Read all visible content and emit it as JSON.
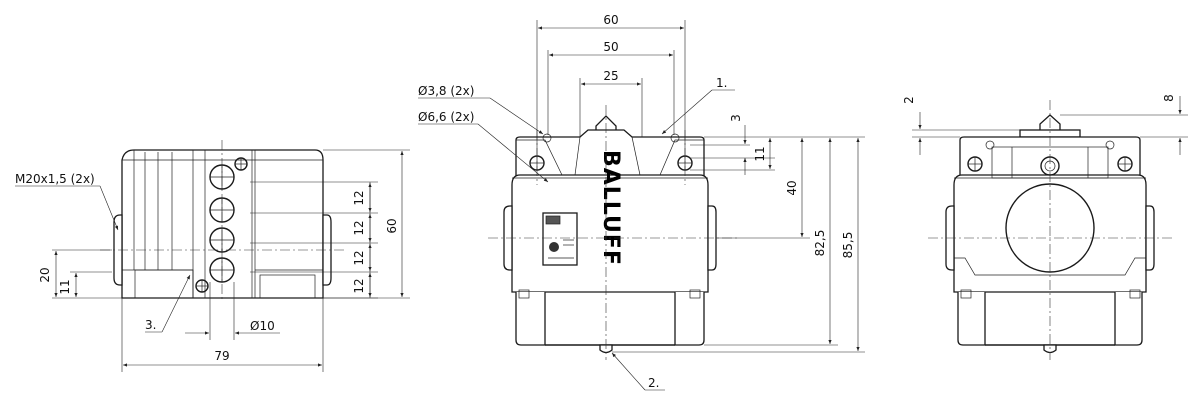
{
  "dimensions": {
    "d60_top": "60",
    "d50": "50",
    "d25": "25",
    "d3": "3",
    "d11_top": "11",
    "d40": "40",
    "d82_5": "82,5",
    "d85_5": "85,5",
    "d12_a": "12",
    "d12_b": "12",
    "d12_c": "12",
    "d12_d": "12",
    "d60_side": "60",
    "d20": "20",
    "d11_side": "11",
    "d79": "79",
    "d2": "2",
    "d8": "8"
  },
  "callouts": {
    "m20": "M20x1,5 (2x)",
    "hole38": "Ø3,8 (2x)",
    "hole66": "Ø6,6 (2x)",
    "dia10": "Ø10",
    "ref1": "1.",
    "ref2": "2.",
    "ref3": "3."
  },
  "brand": {
    "logo": "BALLUFF"
  }
}
